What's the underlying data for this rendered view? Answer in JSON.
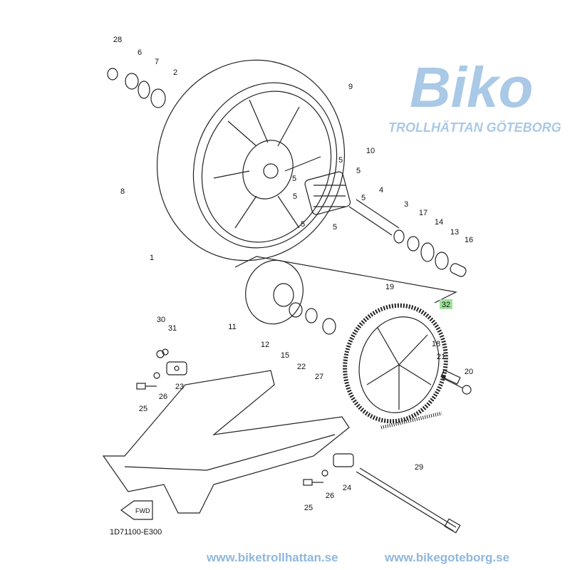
{
  "diagram": {
    "title": "Rear wheel exploded parts diagram",
    "code": "1D71100-E300",
    "fwd_label": "FWD",
    "highlighted_part": "32",
    "highlight_color": "#9fe29a",
    "callouts": [
      "28",
      "6",
      "7",
      "2",
      "9",
      "10",
      "8",
      "5",
      "5",
      "5",
      "5",
      "5",
      "5",
      "5",
      "4",
      "3",
      "17",
      "14",
      "13",
      "16",
      "1",
      "19",
      "32",
      "11",
      "30",
      "31",
      "12",
      "15",
      "22",
      "27",
      "18",
      "21",
      "20",
      "23",
      "26",
      "25",
      "29",
      "24",
      "26",
      "25"
    ]
  },
  "watermark": {
    "brand": "Biko",
    "cities": "TROLLHÄTTAN GÖTEBORG",
    "url_left": "www.biketrollhattan.se",
    "url_right": "www.bikegoteborg.se",
    "color": "#a9c9e6"
  }
}
